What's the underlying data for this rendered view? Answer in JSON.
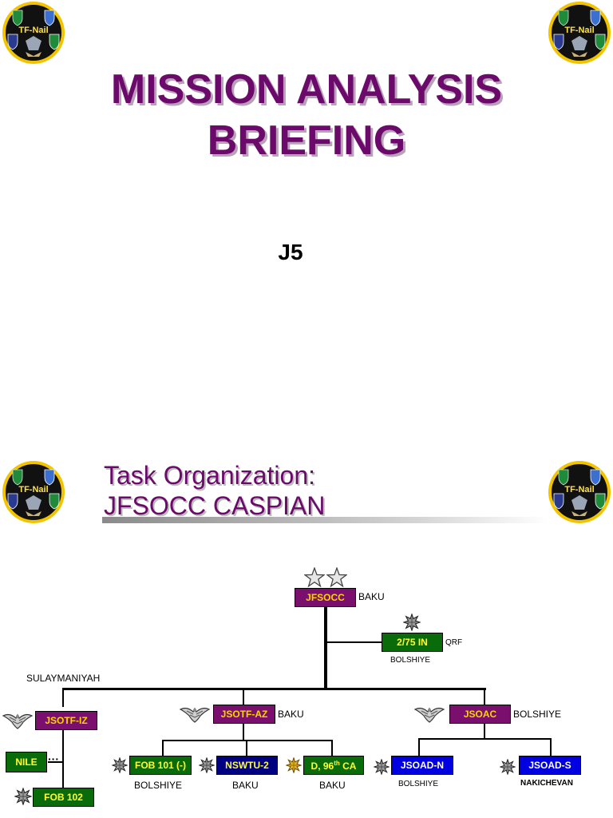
{
  "slide1": {
    "logo_text": "TF-Nail",
    "title_line1": "MISSION ANALYSIS",
    "title_line2": "BRIEFING",
    "subtitle": "J5"
  },
  "slide2": {
    "logo_text": "TF-Nail",
    "title_line1": "Task Organization:",
    "title_line2": "JFSOCC CASPIAN",
    "org_chart": {
      "hq": {
        "unit": "JFSOCC",
        "location": "BAKU",
        "rank": "major-general-two-stars"
      },
      "qrf": {
        "unit": "2/75 IN",
        "role": "QRF",
        "location": "BOLSHIYE",
        "rank": "lieutenant-colonel-leaf"
      },
      "bus_label": "SULAYMANIYAH",
      "jsotf_iz": {
        "unit": "JSOTF-IZ",
        "rank": "colonel-eagle"
      },
      "nile": {
        "unit": "NILE"
      },
      "fob102": {
        "unit": "FOB 102",
        "rank": "lieutenant-colonel-leaf"
      },
      "jsotf_az": {
        "unit": "JSOTF-AZ",
        "location": "BAKU",
        "rank": "colonel-eagle"
      },
      "fob101": {
        "unit": "FOB 101 (-)",
        "location": "BOLSHIYE",
        "rank": "lieutenant-colonel-leaf"
      },
      "nswtu2": {
        "unit": "NSWTU-2",
        "location": "BAKU",
        "rank": "lieutenant-colonel-leaf"
      },
      "d96ca": {
        "unit_prefix": "D, 96",
        "unit_sup": "th",
        "unit_suffix": " CA",
        "location": "BAKU",
        "rank": "major-leaf-gold"
      },
      "jsoac": {
        "unit": "JSOAC",
        "location": "BOLSHIYE",
        "rank": "colonel-eagle"
      },
      "jsoad_n": {
        "unit": "JSOAD-N",
        "location": "BOLSHIYE",
        "rank": "lieutenant-colonel-leaf"
      },
      "jsoad_s": {
        "unit": "JSOAD-S",
        "location": "NAKICHEVAN",
        "rank": "lieutenant-colonel-leaf"
      }
    }
  },
  "colors": {
    "title_purple": "#6b0a6b",
    "box_purple": "#7a0f6e",
    "box_green": "#0a6b0a",
    "box_navy": "#000080",
    "box_blue": "#0000e0",
    "label_yellow": "#ffff33"
  }
}
